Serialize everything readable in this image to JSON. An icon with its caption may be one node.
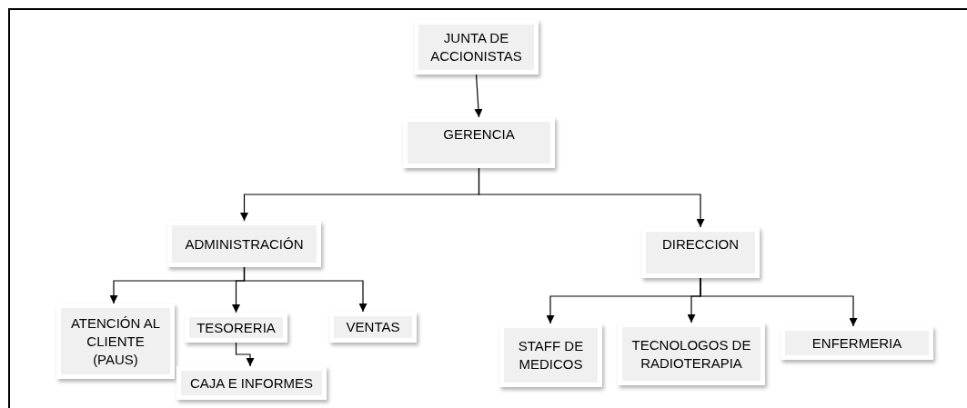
{
  "diagram": {
    "nodes": [
      {
        "text": [
          "JUNTA DE ACCIONISTAS"
        ]
      },
      {
        "text": [
          "GERENCIA"
        ]
      },
      {
        "text": [
          "ADMINISTRACIÓN"
        ]
      },
      {
        "text": [
          "DIRECCION"
        ]
      },
      {
        "text": [
          "ATENCIÓN AL CLIENTE (PAUS)"
        ]
      },
      {
        "text": [
          "TESORERIA"
        ]
      },
      {
        "text": [
          "VENTAS"
        ]
      },
      {
        "text": [
          "CAJA E INFORMES"
        ]
      },
      {
        "text": [
          "STAFF DE MEDICOS"
        ]
      },
      {
        "text": [
          "TECNOLOGOS DE RADIOTERAPIA"
        ]
      },
      {
        "text": [
          "ENFERMERIA"
        ]
      }
    ],
    "edges": [
      {
        "from": 0,
        "to": 1,
        "arrow": "to"
      },
      {
        "from": 1,
        "to": 2,
        "arrow": "to"
      },
      {
        "from": 1,
        "to": 3,
        "arrow": "to"
      },
      {
        "from": 2,
        "to": 4,
        "arrow": "to"
      },
      {
        "from": 2,
        "to": 5,
        "arrow": "to"
      },
      {
        "from": 2,
        "to": 6,
        "arrow": "to"
      },
      {
        "from": 5,
        "to": 7,
        "arrow": "to"
      },
      {
        "from": 3,
        "to": 8,
        "arrow": "to"
      },
      {
        "from": 3,
        "to": 9,
        "arrow": "to"
      },
      {
        "from": 3,
        "to": 10,
        "arrow": "to"
      }
    ]
  }
}
